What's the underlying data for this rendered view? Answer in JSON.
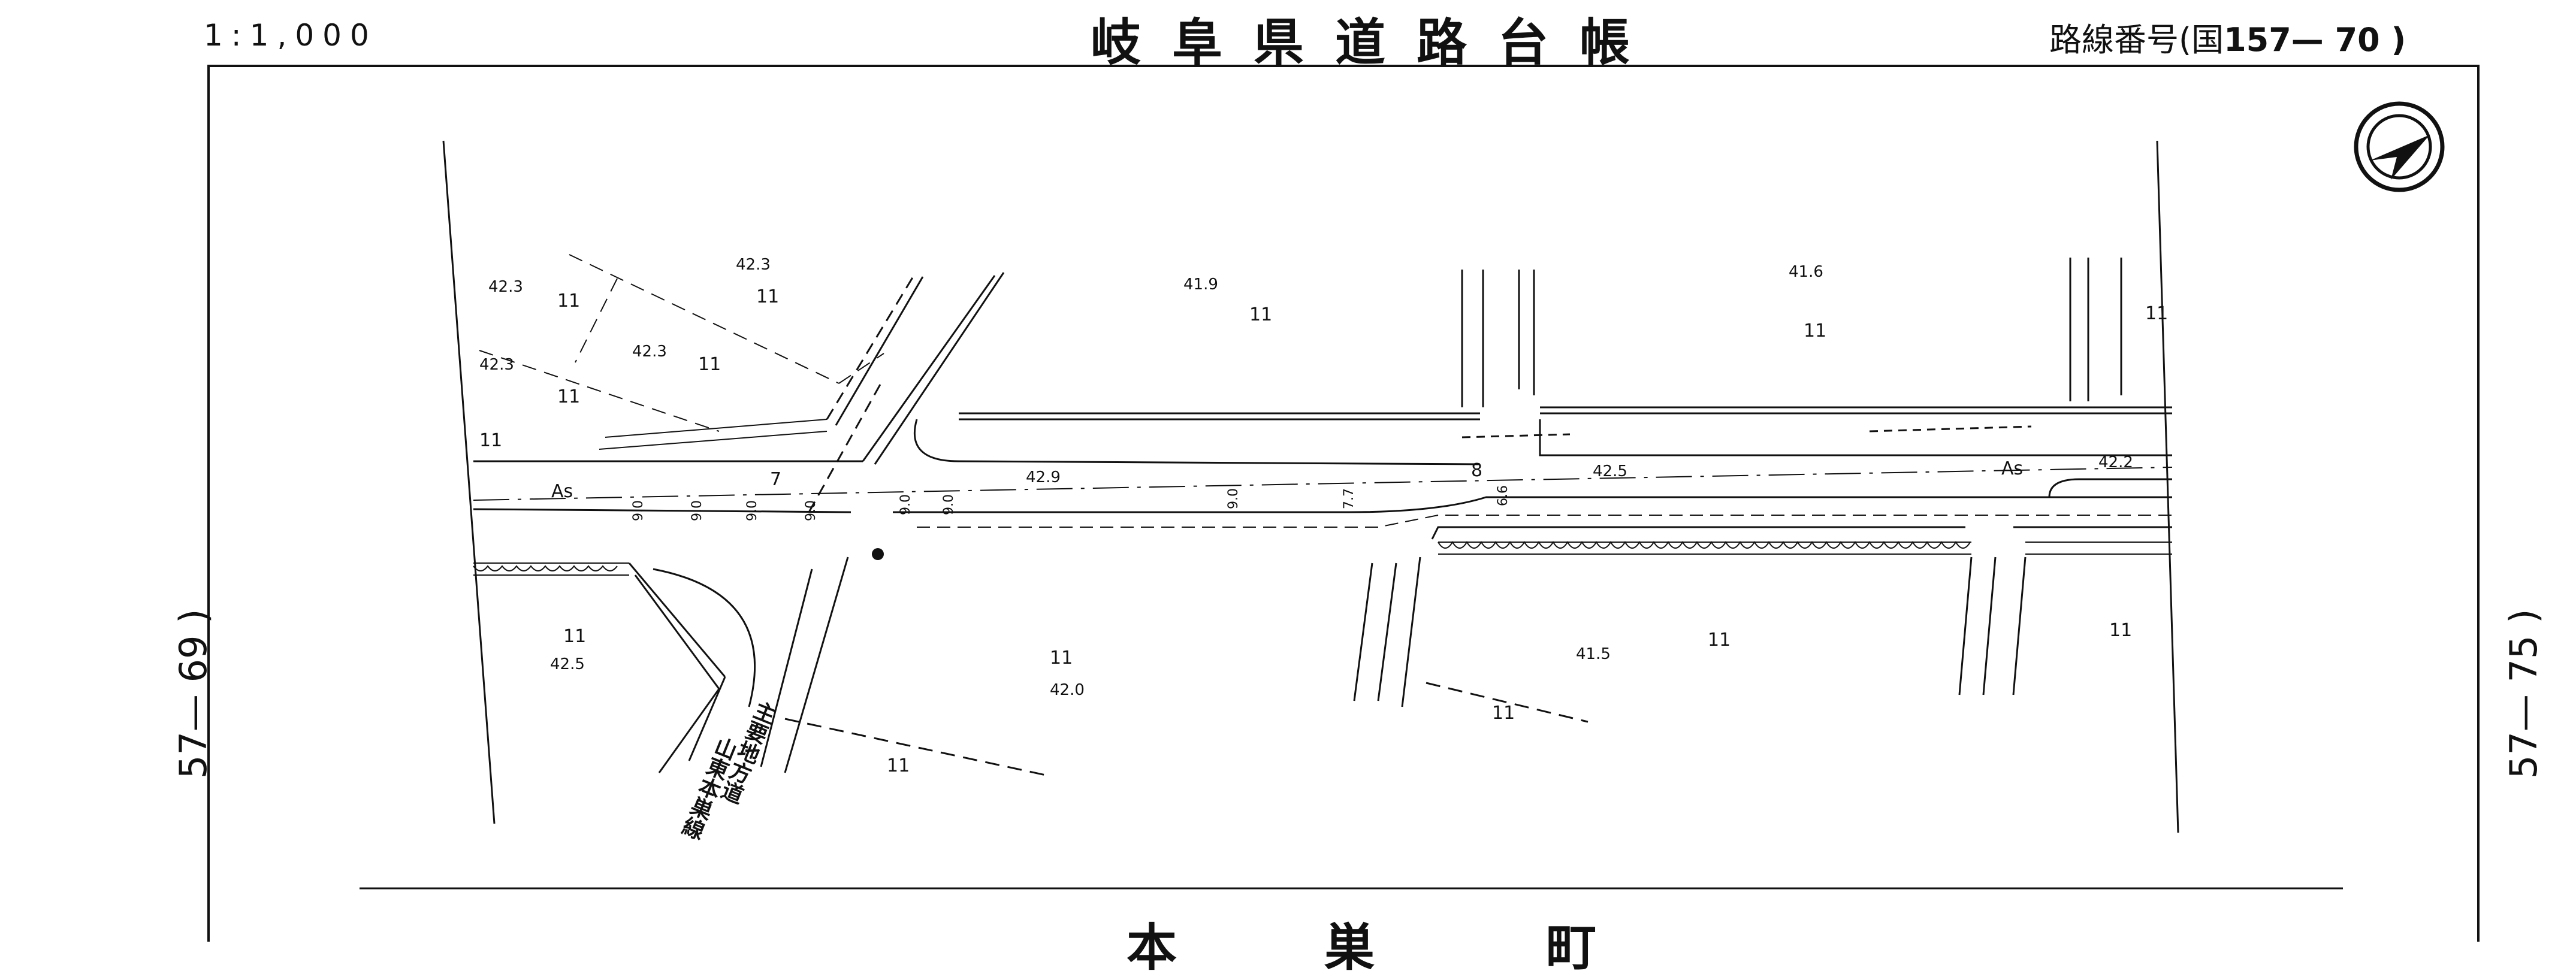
{
  "header": {
    "scale": "1:1,000",
    "title": "岐阜県道路台帳",
    "route_label": "路線番号(国",
    "route_number": "157— 70 )"
  },
  "edges": {
    "left_ref": "57— 69 )",
    "right_ref": "57— 75 )"
  },
  "town_name": [
    "本",
    "巣",
    "町"
  ],
  "road_label": [
    "主",
    "要",
    "地",
    "方",
    "道",
    "山",
    "東",
    "本",
    "巣",
    "線"
  ],
  "map": {
    "elevations": [
      {
        "id": "e1",
        "text": "42.3"
      },
      {
        "id": "e2",
        "text": "42.3"
      },
      {
        "id": "e3",
        "text": "42.3"
      },
      {
        "id": "e4",
        "text": "42.3"
      },
      {
        "id": "e5",
        "text": "41.9"
      },
      {
        "id": "e6",
        "text": "41.6"
      },
      {
        "id": "e7",
        "text": "42.9"
      },
      {
        "id": "e8",
        "text": "42.5"
      },
      {
        "id": "e9",
        "text": "42.2"
      },
      {
        "id": "e10",
        "text": "42.5"
      },
      {
        "id": "e11",
        "text": "42.0"
      },
      {
        "id": "e12",
        "text": "41.5"
      }
    ],
    "surface": "As",
    "width_marks": [
      "9.0",
      "9.0",
      "9.0",
      "9.0",
      "9.0",
      "9.0",
      "9.0",
      "7.7",
      "6.6"
    ],
    "station_marks": [
      "7",
      "8"
    ],
    "land_mark": "11",
    "compass": "north-arrow"
  }
}
